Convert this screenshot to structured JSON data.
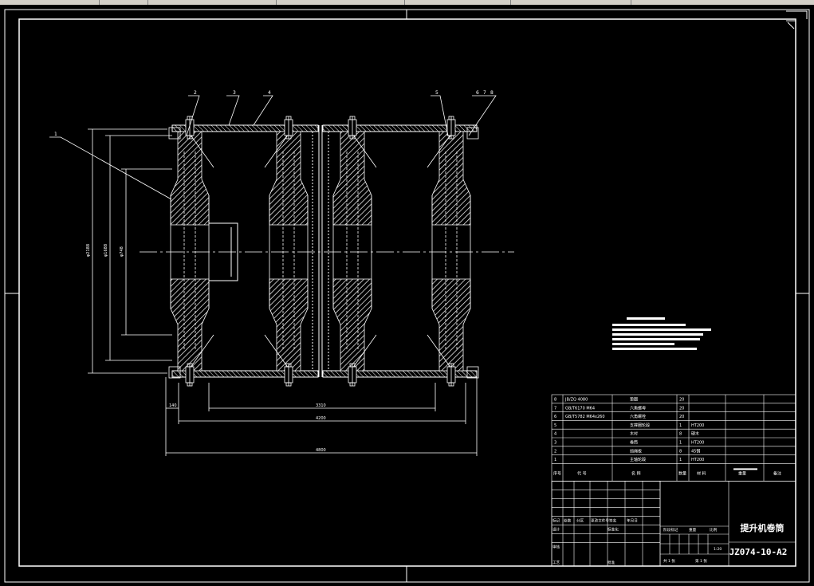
{
  "colors": {
    "background": "#000000",
    "line": "#ffffff",
    "toolbar": "#d4d0c8"
  },
  "dimensions": {
    "d_outer": "φ2188",
    "d_mid": "φ1688",
    "d_inner": "φ748",
    "len_small": "140",
    "len_a": "3310",
    "len_b": "4200",
    "len_total": "4800"
  },
  "balloons": [
    "1",
    "2",
    "3",
    "4",
    "5",
    "6",
    "7",
    "8"
  ],
  "parts": [
    {
      "no": "8",
      "code": "JB/ZQ 4080",
      "name": "垫圈",
      "qty": "20",
      "material": ""
    },
    {
      "no": "7",
      "code": "GB/T6170 M64",
      "name": "六角螺母",
      "qty": "20",
      "material": ""
    },
    {
      "no": "6",
      "code": "GB/T5782 M64x260",
      "name": "六角螺栓",
      "qty": "20",
      "material": ""
    },
    {
      "no": "5",
      "code": "",
      "name": "支撑圈轮毂",
      "qty": "1",
      "material": "HT200"
    },
    {
      "no": "4",
      "code": "",
      "name": "木衬",
      "qty": "8",
      "material": "硬木"
    },
    {
      "no": "3",
      "code": "",
      "name": "卷筒",
      "qty": "1",
      "material": "HT200"
    },
    {
      "no": "2",
      "code": "",
      "name": "挡绳板",
      "qty": "8",
      "material": "45钢"
    },
    {
      "no": "1",
      "code": "",
      "name": "主轴轮毂",
      "qty": "1",
      "material": "HT200"
    }
  ],
  "bom_header": {
    "no": "序号",
    "code": "代  号",
    "name": "名  称",
    "qty": "数量",
    "material": "材  料",
    "weight": "重量",
    "remark": "备注"
  },
  "title_block": {
    "title": "提升机卷筒",
    "drawing_no": "JZ074-10-A2",
    "scale": "1:20",
    "sheet_total": "共 1 张",
    "sheet_no": "第 1 张",
    "row_labels": [
      "标记",
      "处数",
      "分区",
      "更改文件号",
      "签名",
      "年月日"
    ],
    "designer": "设计",
    "standardize": "标准化",
    "checker": "审核",
    "process": "工艺",
    "approve": "批准",
    "stage_cols": [
      "阶段标记",
      "重量",
      "比例"
    ]
  }
}
